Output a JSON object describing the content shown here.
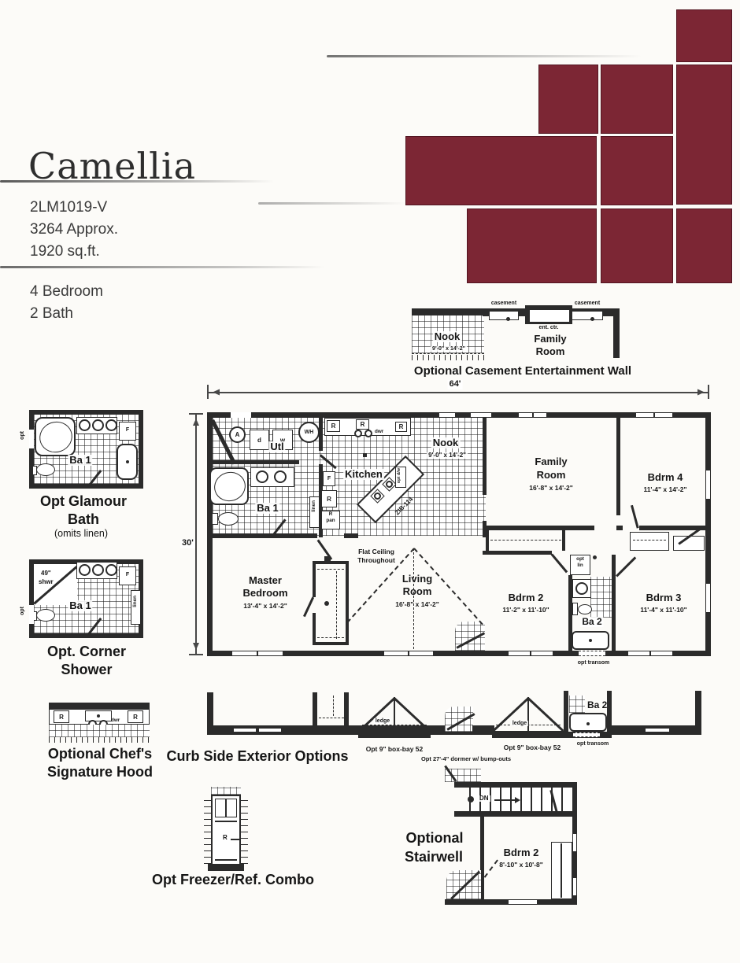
{
  "colors": {
    "accent_maroon": "#7c2634",
    "wall_ink": "#2b2b2b"
  },
  "header": {
    "title": "Camellia",
    "model": "2LM1019-V",
    "approx": "3264 Approx.",
    "sqft": "1920 sq.ft.",
    "bedrooms": "4 Bedroom",
    "baths": "2 Bath"
  },
  "casement": {
    "caption": "Optional Casement Entertainment Wall",
    "casement_left": "casement",
    "casement_right": "casement",
    "ent_ctr": "ent. ctr.",
    "nook": "Nook",
    "nook_dims": "9'-0\" x 14'-2\"",
    "family1": "Family",
    "family2": "Room"
  },
  "plan": {
    "dim_w": "64'",
    "dim_h": "30'",
    "utl": "Utl",
    "nook": "Nook",
    "nook_dims": "9'-0\" x 14'-2\"",
    "kitchen": "Kitchen",
    "ba1": "Ba 1",
    "ba2": "Ba 2",
    "linen": "linen",
    "r": "R",
    "r_pan1": "R",
    "r_pan2": "pan",
    "f": "F",
    "d": "d",
    "w": "w",
    "wh": "WH",
    "a": "A",
    "dwr": "dwr",
    "zib": "ZIB-114",
    "opt_dw": "opt d/w",
    "family1": "Family",
    "family2": "Room",
    "family_dims": "16'-8\" x 14'-2\"",
    "bdrm4": "Bdrm 4",
    "bdrm4_dims": "11'-4\" x 14'-2\"",
    "master1": "Master",
    "master2": "Bedroom",
    "master_dims": "13'-4\" x 14'-2\"",
    "living1": "Living",
    "living2": "Room",
    "living_dims": "16'-8\" x 14'-2\"",
    "bdrm2": "Bdrm 2",
    "bdrm2_dims": "11'-2\" x 11'-10\"",
    "bdrm3": "Bdrm 3",
    "bdrm3_dims": "11'-4\" x 11'-10\"",
    "flat1": "Flat Ceiling",
    "flat2": "Throughout",
    "opt_lin1": "opt",
    "opt_lin2": "lin",
    "opt_transom": "opt transom"
  },
  "glamour": {
    "caption1": "Opt Glamour",
    "caption2": "Bath",
    "caption3": "(omits linen)",
    "ba1": "Ba 1",
    "opt": "opt",
    "f": "F"
  },
  "corner": {
    "caption1": "Opt. Corner",
    "caption2": "Shower",
    "shwr1": "49\"",
    "shwr2": "shwr",
    "ba1": "Ba 1",
    "opt": "opt",
    "linen": "linen",
    "f": "F"
  },
  "chefs": {
    "caption1": "Optional Chef's",
    "caption2": "Signature Hood",
    "r": "R",
    "dwr": "dwr"
  },
  "curb": {
    "caption": "Curb Side Exterior Options",
    "ledge": "ledge",
    "boxbay": "Opt 9\" box-bay 52",
    "dormer": "Opt 27'-4\" dormer w/ bump-outs",
    "ba2": "Ba 2",
    "opt_transom": "opt transom"
  },
  "freezer": {
    "caption": "Opt Freezer/Ref. Combo",
    "r": "R"
  },
  "stairwell": {
    "caption1": "Optional",
    "caption2": "Stairwell",
    "dn": "DN",
    "bdrm2": "Bdrm 2",
    "bdrm2_dims": "8'-10\" x 10'-8\""
  }
}
